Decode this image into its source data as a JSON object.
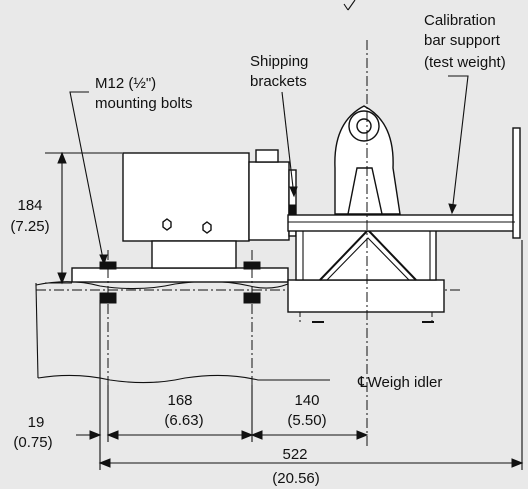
{
  "labels": {
    "calibration": [
      "Calibration",
      "bar support",
      "(test weight)"
    ],
    "shipping": [
      "Shipping",
      "brackets"
    ],
    "bolts": [
      "M12 (½\")",
      "mounting bolts"
    ],
    "weigh_idler": "℄Weigh idler"
  },
  "dimensions": {
    "height": {
      "value": "184",
      "inch": "(7.25)"
    },
    "d168": {
      "value": "168",
      "inch": "(6.63)"
    },
    "d140": {
      "value": "140",
      "inch": "(5.50)"
    },
    "d19": {
      "value": "19",
      "inch": "(0.75)"
    },
    "d522": {
      "value": "522",
      "inch": "(20.56)"
    }
  },
  "colors": {
    "background": "#e9e9e9",
    "line": "#111111",
    "part_fill": "#ffffff"
  }
}
